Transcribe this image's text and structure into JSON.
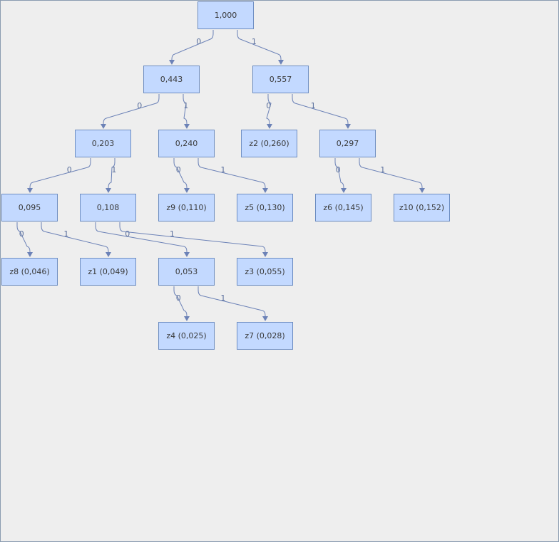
{
  "tree": {
    "nodes": [
      {
        "id": "root",
        "label": "1,000"
      },
      {
        "id": "n0443",
        "label": "0,443"
      },
      {
        "id": "n0557",
        "label": "0,557"
      },
      {
        "id": "n0203",
        "label": "0,203"
      },
      {
        "id": "n0240",
        "label": "0,240"
      },
      {
        "id": "z2",
        "label": "z2 (0,260)"
      },
      {
        "id": "n0297",
        "label": "0,297"
      },
      {
        "id": "n0095",
        "label": "0,095"
      },
      {
        "id": "n0108",
        "label": "0,108"
      },
      {
        "id": "z9",
        "label": "z9 (0,110)"
      },
      {
        "id": "z5",
        "label": "z5 (0,130)"
      },
      {
        "id": "z6",
        "label": "z6 (0,145)"
      },
      {
        "id": "z10",
        "label": "z10 (0,152)"
      },
      {
        "id": "z8",
        "label": "z8 (0,046)"
      },
      {
        "id": "z1",
        "label": "z1 (0,049)"
      },
      {
        "id": "n0053",
        "label": "0,053"
      },
      {
        "id": "z3",
        "label": "z3 (0,055)"
      },
      {
        "id": "z4",
        "label": "z4 (0,025)"
      },
      {
        "id": "z7",
        "label": "z7 (0,028)"
      }
    ],
    "edges": [
      {
        "from": "root",
        "to": "n0443",
        "label": "0"
      },
      {
        "from": "root",
        "to": "n0557",
        "label": "1"
      },
      {
        "from": "n0443",
        "to": "n0203",
        "label": "0"
      },
      {
        "from": "n0443",
        "to": "n0240",
        "label": "1"
      },
      {
        "from": "n0557",
        "to": "z2",
        "label": "0"
      },
      {
        "from": "n0557",
        "to": "n0297",
        "label": "1"
      },
      {
        "from": "n0203",
        "to": "n0095",
        "label": "0"
      },
      {
        "from": "n0203",
        "to": "n0108",
        "label": "1"
      },
      {
        "from": "n0240",
        "to": "z9",
        "label": "0"
      },
      {
        "from": "n0240",
        "to": "z5",
        "label": "1"
      },
      {
        "from": "n0297",
        "to": "z6",
        "label": "0"
      },
      {
        "from": "n0297",
        "to": "z10",
        "label": "1"
      },
      {
        "from": "n0095",
        "to": "z8",
        "label": "0"
      },
      {
        "from": "n0095",
        "to": "z1",
        "label": "1"
      },
      {
        "from": "n0108",
        "to": "n0053",
        "label": "0"
      },
      {
        "from": "n0108",
        "to": "z3",
        "label": "1"
      },
      {
        "from": "n0053",
        "to": "z4",
        "label": "0"
      },
      {
        "from": "n0053",
        "to": "z7",
        "label": "1"
      }
    ]
  },
  "colors": {
    "background": "#eeeeee",
    "node_fill": "#c3d9ff",
    "node_border": "#6d8dc1",
    "edge": "#6c82b7",
    "text": "#3a3a3a"
  }
}
